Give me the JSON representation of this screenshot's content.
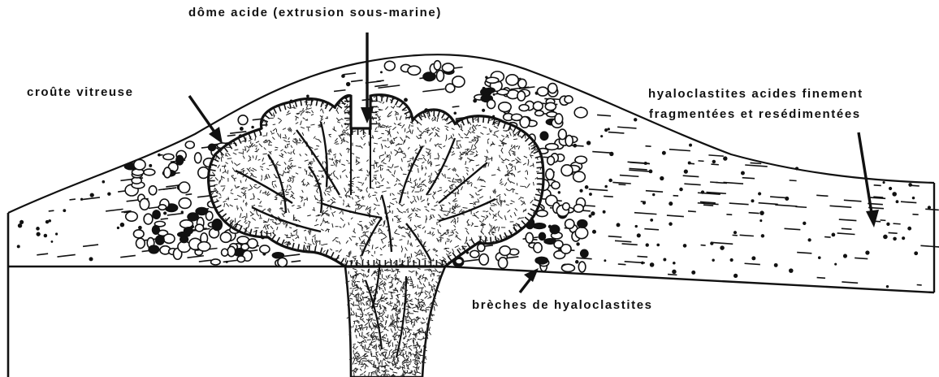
{
  "labels": {
    "dome": "dôme acide (extrusion sous-marine)",
    "glassy_crust": "croûte vitreuse",
    "fine_hyaloclastites_line1": "hyaloclastites acides finement",
    "fine_hyaloclastites_line2": "fragmentées et resédimentées",
    "breccia": "brèches de hyaloclastites"
  },
  "colors": {
    "ink": "#111111",
    "paper": "#ffffff"
  }
}
